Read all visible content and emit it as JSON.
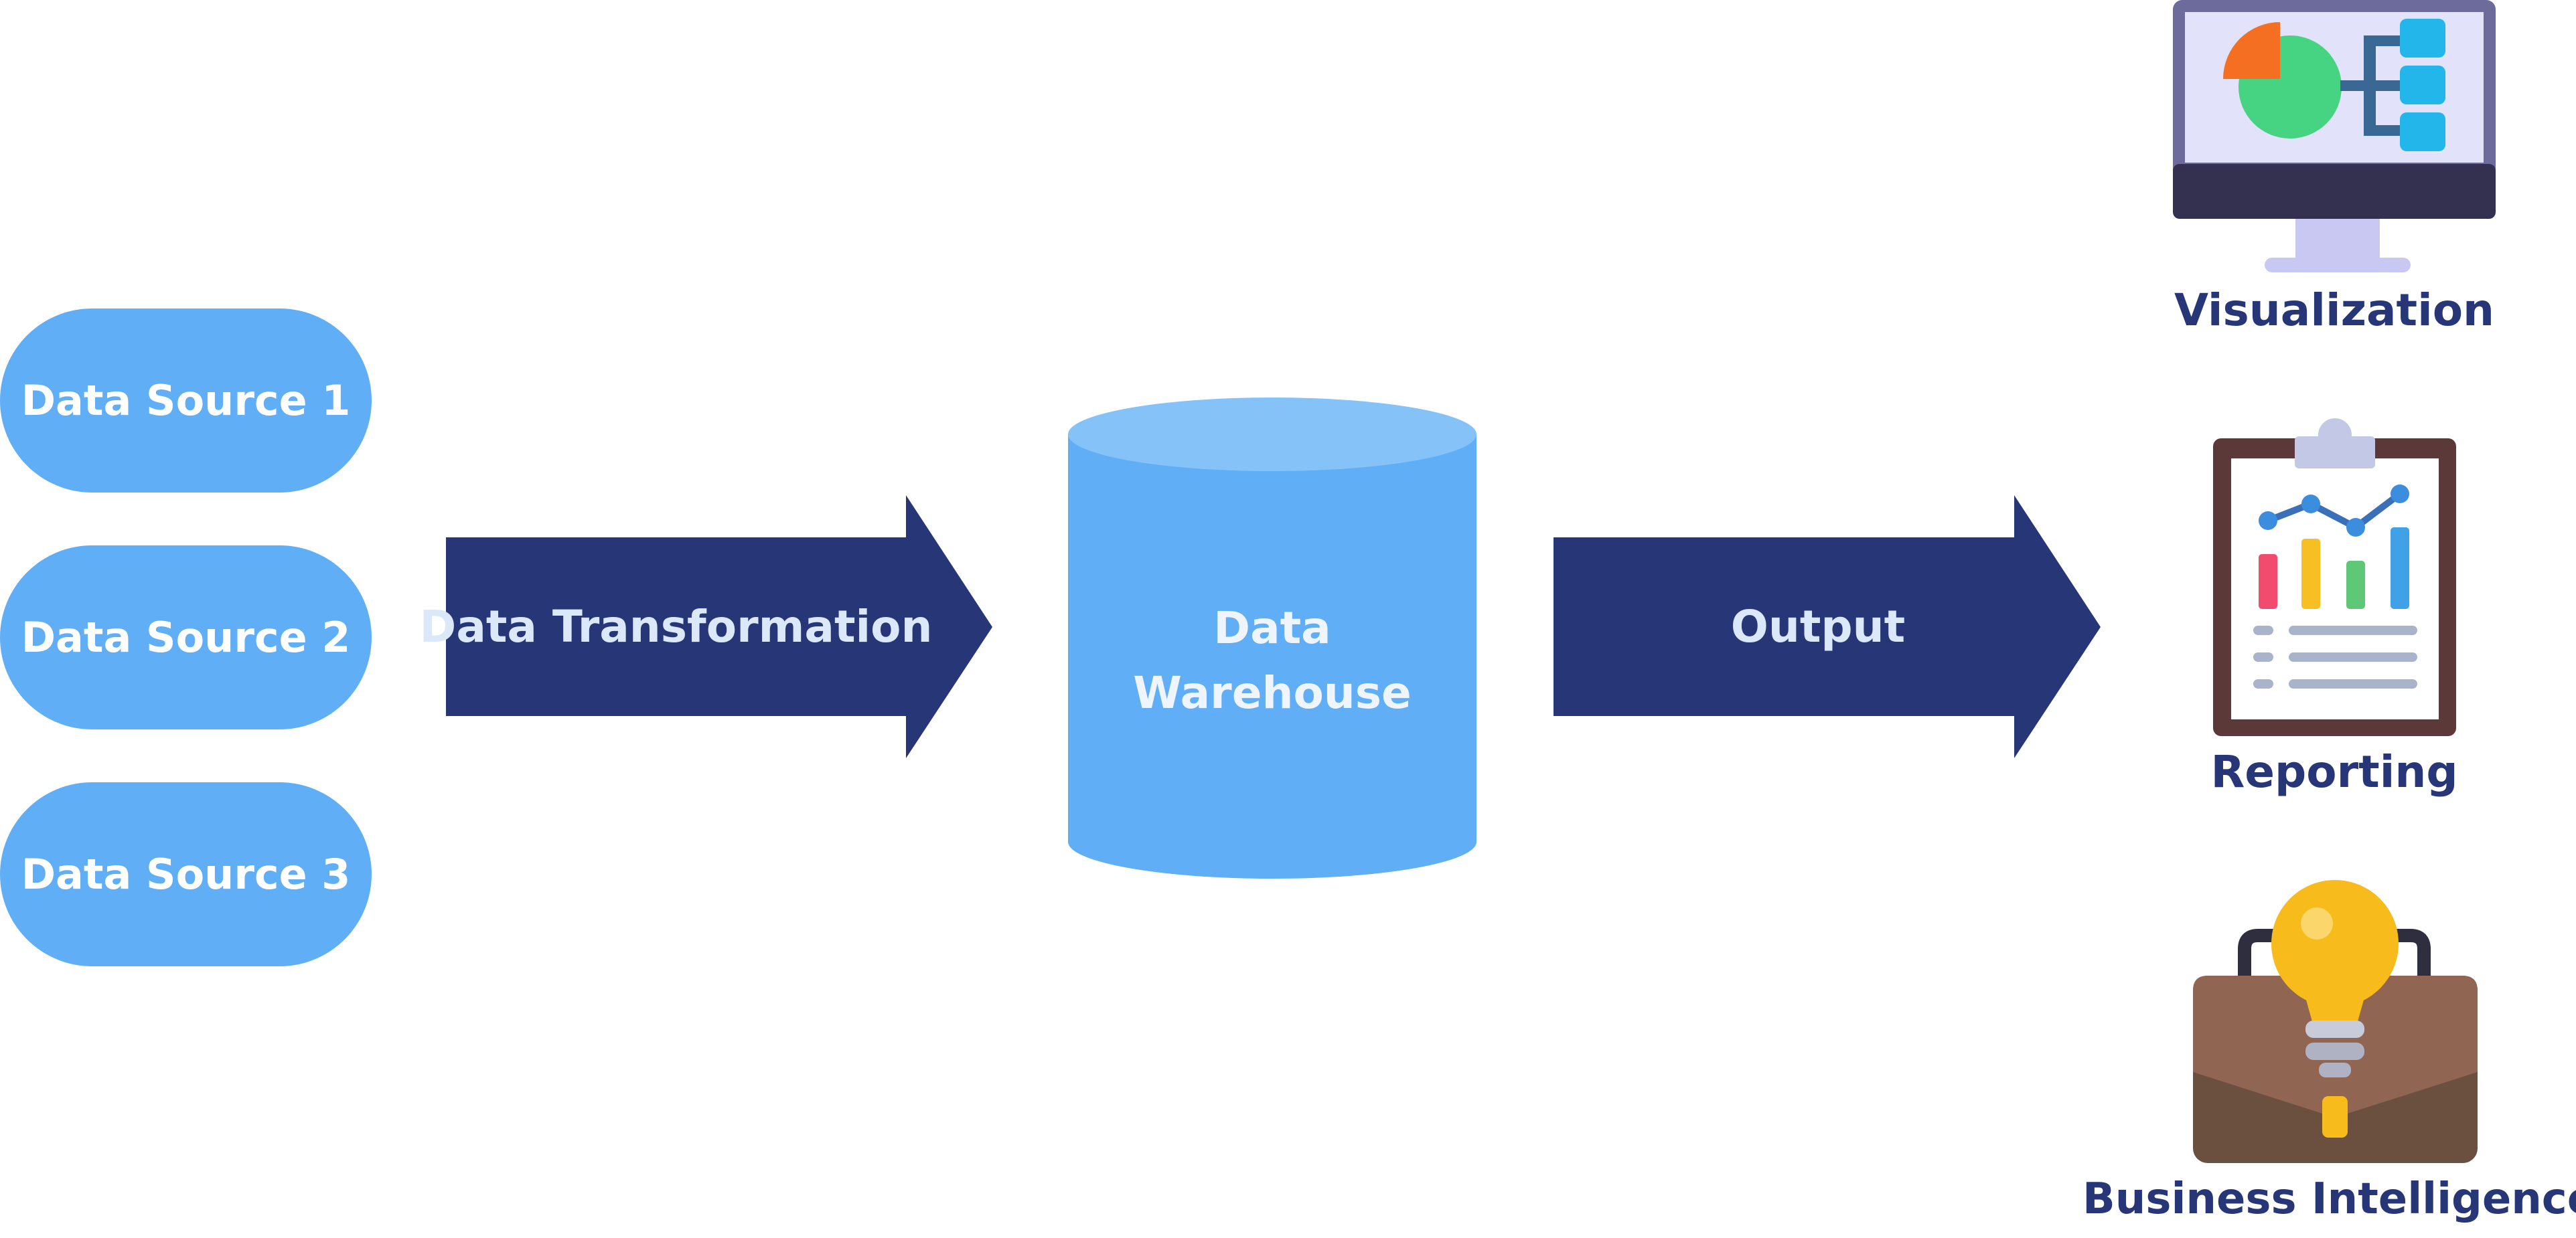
{
  "sources": [
    {
      "label": "Data Source 1"
    },
    {
      "label": "Data Source 2"
    },
    {
      "label": "Data Source 3"
    }
  ],
  "transform": {
    "label": "Data Transformation"
  },
  "warehouse": {
    "line1": "Data",
    "line2": "Warehouse"
  },
  "output": {
    "label": "Output"
  },
  "outputs": [
    {
      "label": "Visualization",
      "icon": "monitor-chart-icon"
    },
    {
      "label": "Reporting",
      "icon": "clipboard-report-icon"
    },
    {
      "label": "Business Intelligence",
      "icon": "briefcase-lightbulb-icon"
    }
  ],
  "colors": {
    "source_fill": "#60aef5",
    "arrow_fill": "#273677",
    "warehouse_fill": "#60aef5",
    "warehouse_top": "#84c2f8",
    "label_text": "#273677"
  }
}
